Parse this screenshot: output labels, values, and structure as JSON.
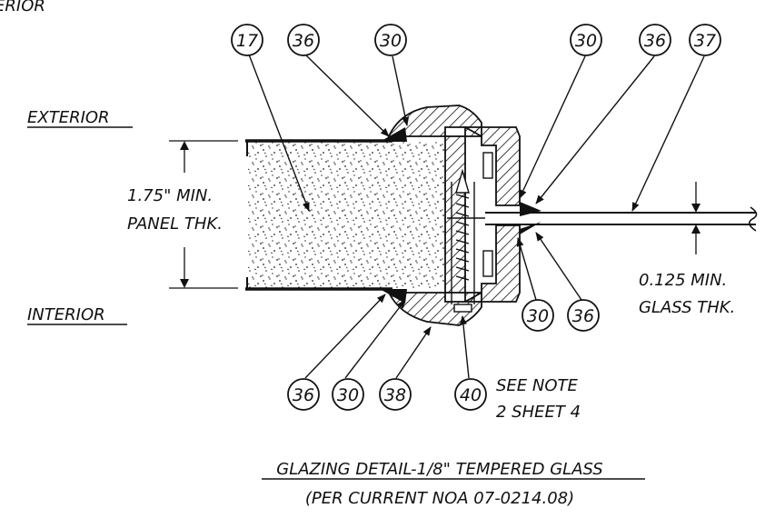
{
  "labels": {
    "top_fragment": "ERIOR",
    "exterior": "EXTERIOR",
    "interior": "INTERIOR",
    "panel_dim_line1": "1.75\" MIN.",
    "panel_dim_line2": "PANEL THK.",
    "glass_dim_line1": "0.125 MIN.",
    "glass_dim_line2": "GLASS THK.",
    "note_line1": "SEE NOTE",
    "note_line2": "2 SHEET 4"
  },
  "callouts": {
    "top": [
      "17",
      "36",
      "30",
      "30",
      "36",
      "37"
    ],
    "right_bottom": [
      "30",
      "36"
    ],
    "bottom": [
      "36",
      "30",
      "38",
      "40"
    ]
  },
  "title": {
    "line1": "GLAZING DETAIL-1/8\" TEMPERED GLASS",
    "line2": "(PER CURRENT NOA 07-0214.08)"
  },
  "colors": {
    "ink": "#111111",
    "paper": "#ffffff"
  }
}
